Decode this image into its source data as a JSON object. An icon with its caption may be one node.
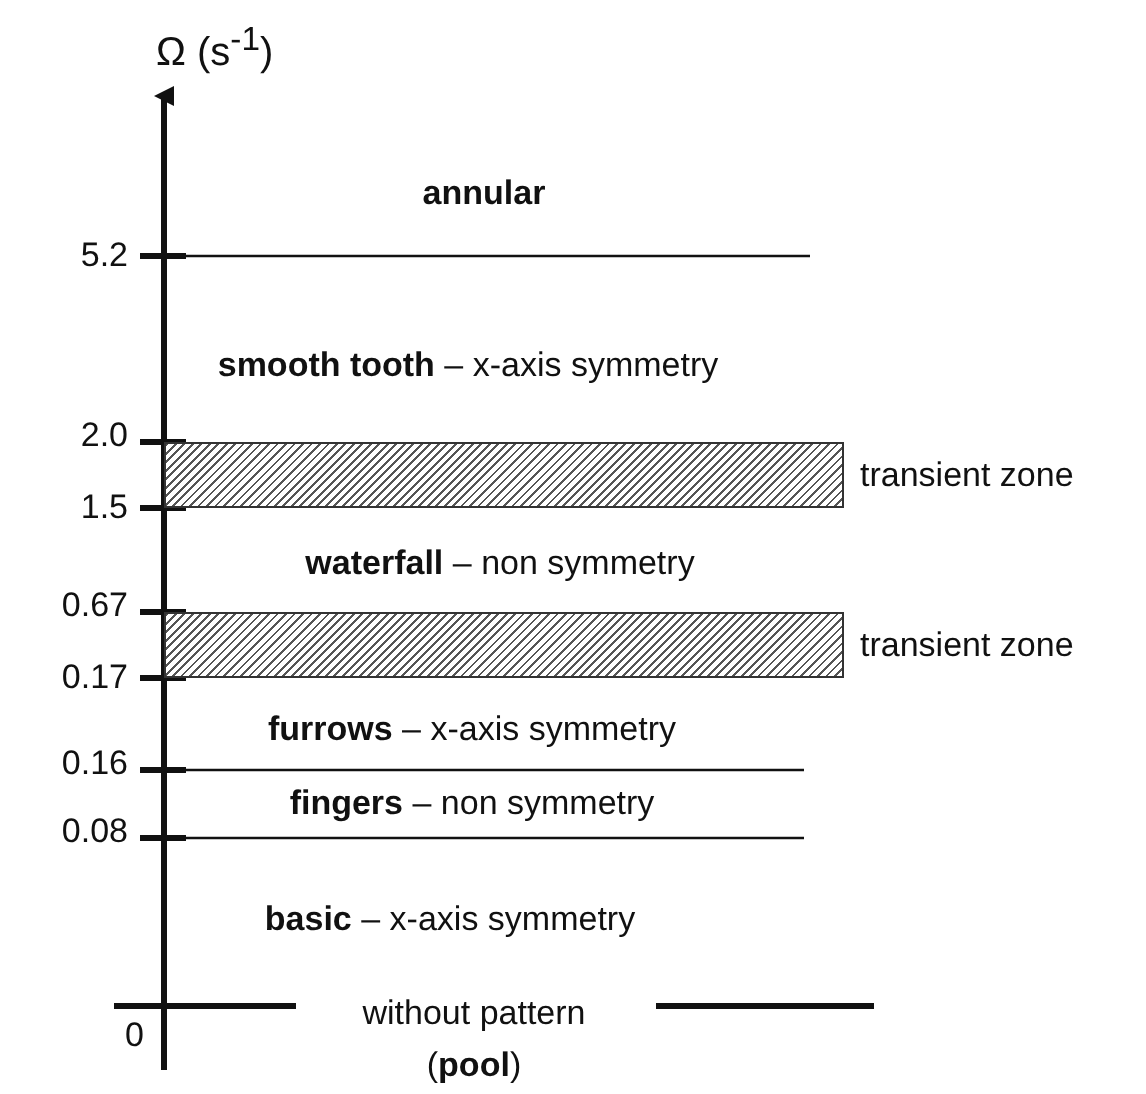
{
  "diagram": {
    "nodes": [
      {
        "text": [],
        "shape": "bar",
        "beside": [
          "transient zone"
        ]
      },
      {
        "text": [],
        "shape": "bar",
        "beside": [
          "transient zone"
        ]
      }
    ],
    "edges": [],
    "labels": [
      "Ω (s$^{-1}$)",
      "annular",
      "5.2",
      "**smooth tooth** – x-axis symmetry",
      "2.0",
      "1.5",
      "**waterfall** – non symmetry",
      "0.67",
      "0.17",
      "**furrows** – x-axis symmetry",
      "0.16",
      "**fingers** – non symmetry",
      "0.08",
      "**basic** – x-axis symmetry",
      "0",
      "without pattern (**pool**)"
    ]
  }
}
